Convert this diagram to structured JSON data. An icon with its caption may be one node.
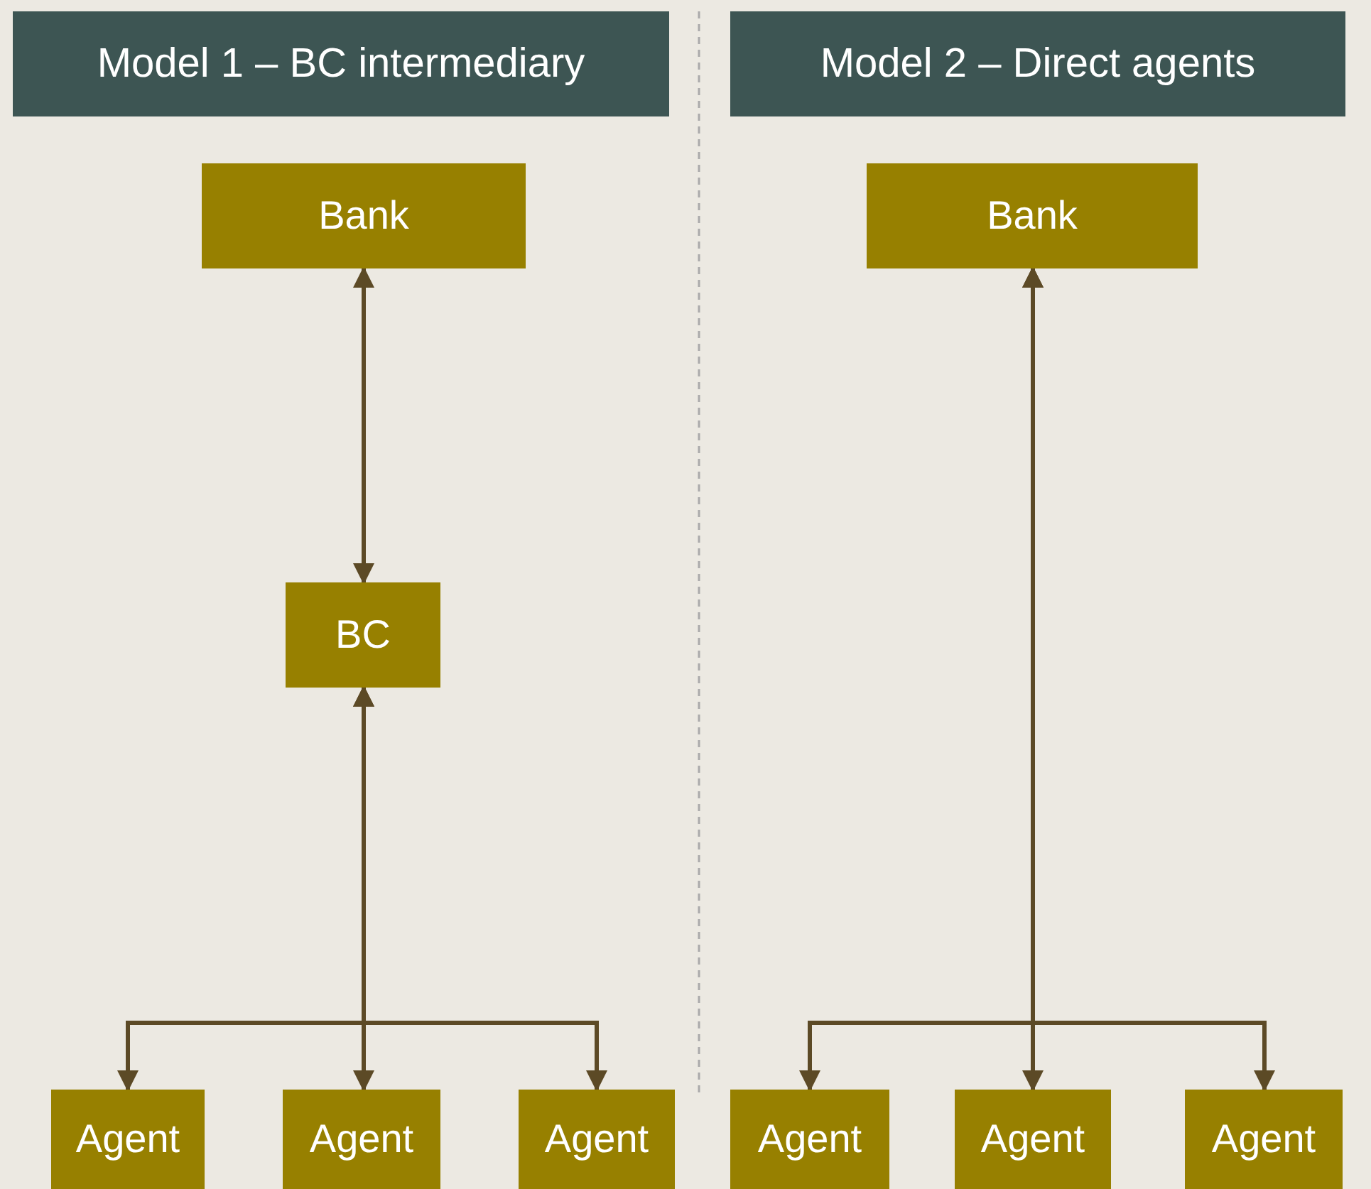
{
  "diagram": {
    "nodes": [
      {
        "text": [
          "Model 1 – BC intermediary"
        ]
      },
      {
        "text": [
          "Model 2 – Direct agents"
        ]
      },
      {
        "text": [
          "Bank"
        ]
      },
      {
        "text": [
          "Bank"
        ]
      },
      {
        "text": [
          "BC"
        ]
      },
      {
        "text": [
          "Agent"
        ]
      },
      {
        "text": [
          "Agent"
        ]
      },
      {
        "text": [
          "Agent"
        ]
      },
      {
        "text": [
          "Agent"
        ]
      },
      {
        "text": [
          "Agent"
        ]
      },
      {
        "text": [
          "Agent"
        ]
      }
    ],
    "edges": [
      {
        "from": 2,
        "to": 4,
        "arrow": "both"
      },
      {
        "from": 4,
        "to": 5,
        "arrow": "both"
      },
      {
        "from": 4,
        "to": 6,
        "arrow": "both"
      },
      {
        "from": 4,
        "to": 7,
        "arrow": "both"
      },
      {
        "from": 3,
        "to": 8,
        "arrow": "both"
      },
      {
        "from": 3,
        "to": 9,
        "arrow": "both"
      },
      {
        "from": 3,
        "to": 10,
        "arrow": "both"
      }
    ]
  }
}
